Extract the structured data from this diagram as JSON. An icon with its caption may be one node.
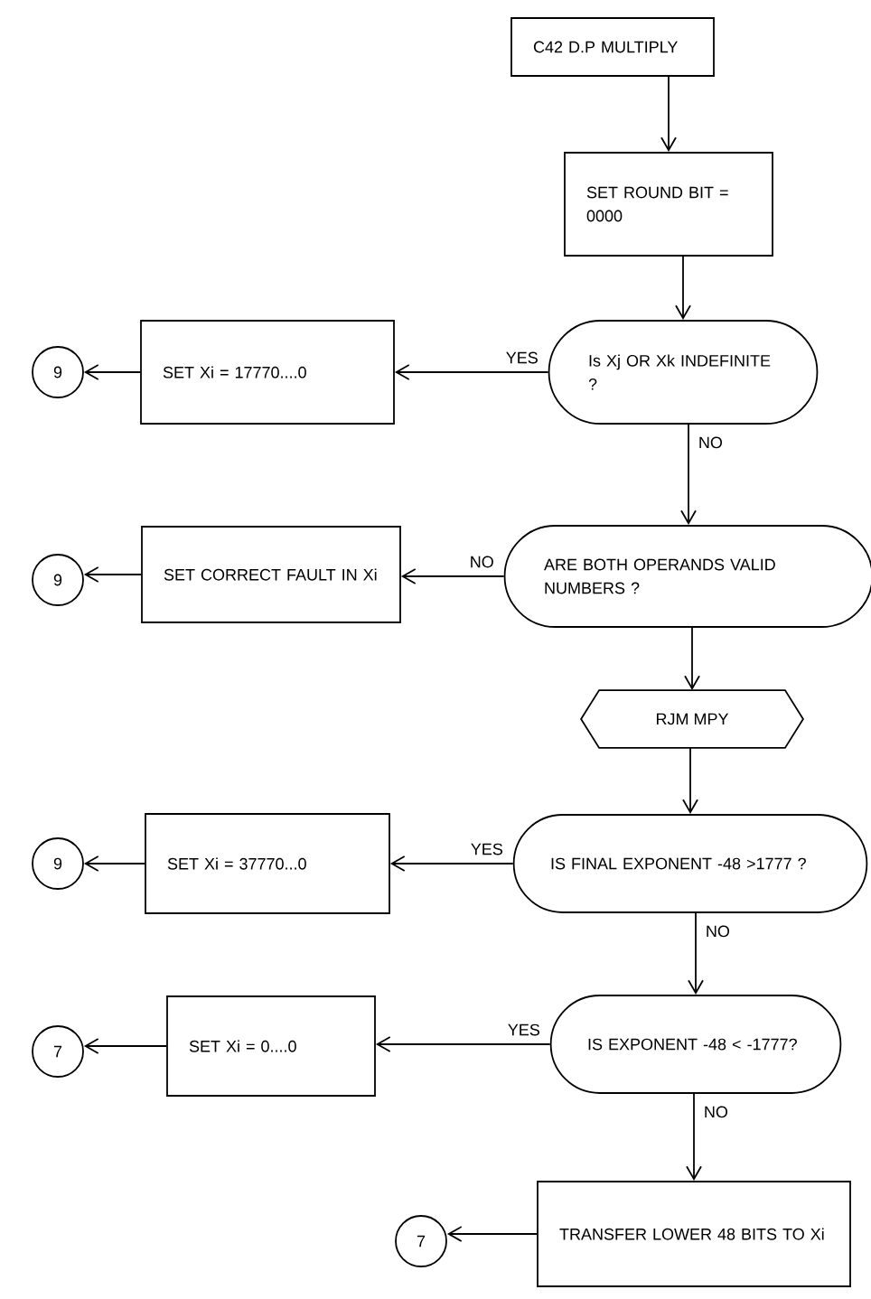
{
  "diagram": {
    "nodes": [
      {
        "text": [
          "C42 D.P MULTIPLY"
        ]
      },
      {
        "text": [
          "SET ROUND BIT = 0000"
        ]
      },
      {
        "text": [
          "Is Xj OR Xk INDEFINITE ?"
        ]
      },
      {
        "text": [
          "SET Xi = 17770....0"
        ]
      },
      {
        "text": [
          "9"
        ]
      },
      {
        "text": [
          "ARE BOTH OPERANDS VALID NUMBERS ?"
        ]
      },
      {
        "text": [
          "SET CORRECT FAULT IN Xi"
        ]
      },
      {
        "text": [
          "9"
        ]
      },
      {
        "text": [
          "RJM MPY"
        ]
      },
      {
        "text": [
          "IS FINAL EXPONENT -48 >1777 ?"
        ]
      },
      {
        "text": [
          "SET Xi = 37770...0"
        ]
      },
      {
        "text": [
          "9"
        ]
      },
      {
        "text": [
          "IS EXPONENT -48 < -1777?"
        ]
      },
      {
        "text": [
          "SET Xi = 0....0"
        ]
      },
      {
        "text": [
          "7"
        ]
      },
      {
        "text": [
          "TRANSFER LOWER 48 BITS TO Xi"
        ]
      },
      {
        "text": [
          "7"
        ]
      }
    ],
    "edges": [
      {
        "from": 0,
        "to": 1,
        "arrow": "to"
      },
      {
        "from": 1,
        "to": 2,
        "arrow": "to"
      },
      {
        "from": 2,
        "to": 3,
        "arrow": "to",
        "label": "YES"
      },
      {
        "from": 3,
        "to": 4,
        "arrow": "to"
      },
      {
        "from": 2,
        "to": 5,
        "arrow": "to",
        "label": "NO"
      },
      {
        "from": 5,
        "to": 6,
        "arrow": "to",
        "label": "NO"
      },
      {
        "from": 6,
        "to": 7,
        "arrow": "to"
      },
      {
        "from": 5,
        "to": 8,
        "arrow": "to"
      },
      {
        "from": 8,
        "to": 9,
        "arrow": "to"
      },
      {
        "from": 9,
        "to": 10,
        "arrow": "to",
        "label": "YES"
      },
      {
        "from": 10,
        "to": 11,
        "arrow": "to"
      },
      {
        "from": 9,
        "to": 12,
        "arrow": "to",
        "label": "NO"
      },
      {
        "from": 12,
        "to": 13,
        "arrow": "to",
        "label": "YES"
      },
      {
        "from": 13,
        "to": 14,
        "arrow": "to"
      },
      {
        "from": 12,
        "to": 15,
        "arrow": "to",
        "label": "NO"
      },
      {
        "from": 15,
        "to": 16,
        "arrow": "to"
      }
    ]
  }
}
